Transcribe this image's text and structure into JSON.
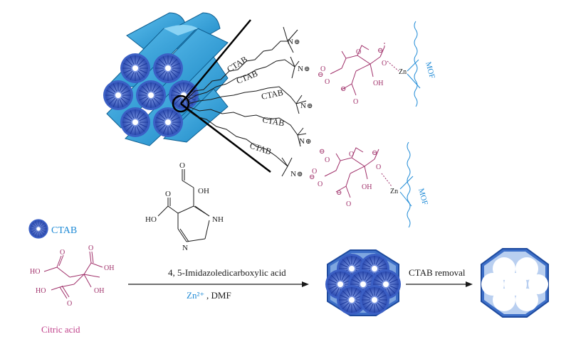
{
  "colors": {
    "cylinder_blue": "#2a9ad4",
    "micelle_blue": "#3b5fc4",
    "citric_pink": "#a0306a",
    "mof_blue": "#1e8ad6",
    "zn_blue": "#1e8ad6",
    "crystal_blue": "#3d6fc8",
    "text_dark": "#1a1a1a"
  },
  "labels": {
    "ctab_chains": [
      "CTAB",
      "CTAB",
      "CTAB",
      "CTAB",
      "CTAB"
    ],
    "n_plus": "N",
    "n_plus_sign": "⊕",
    "zn": "Zn",
    "mof": "MOF",
    "oh": "OH",
    "o": "O",
    "o_minus": "⊖"
  },
  "legend": {
    "ctab_label": "CTAB"
  },
  "citric_acid": {
    "name": "Citric acid",
    "ho1": "HO",
    "oh1": "OH",
    "ho2": "HO",
    "oh2": "OH",
    "o1": "O",
    "o2": "O",
    "o3": "O"
  },
  "imidazole": {
    "oh": "OH",
    "o_top": "O",
    "o_left": "O",
    "ho": "HO",
    "nh": "NH",
    "n": "N"
  },
  "reaction": {
    "reagent_name": "4, 5-Imidazoledicarboxylic acid",
    "zn_ion": "Zn²⁺",
    "solvent": ", DMF",
    "removal": "CTAB removal"
  }
}
